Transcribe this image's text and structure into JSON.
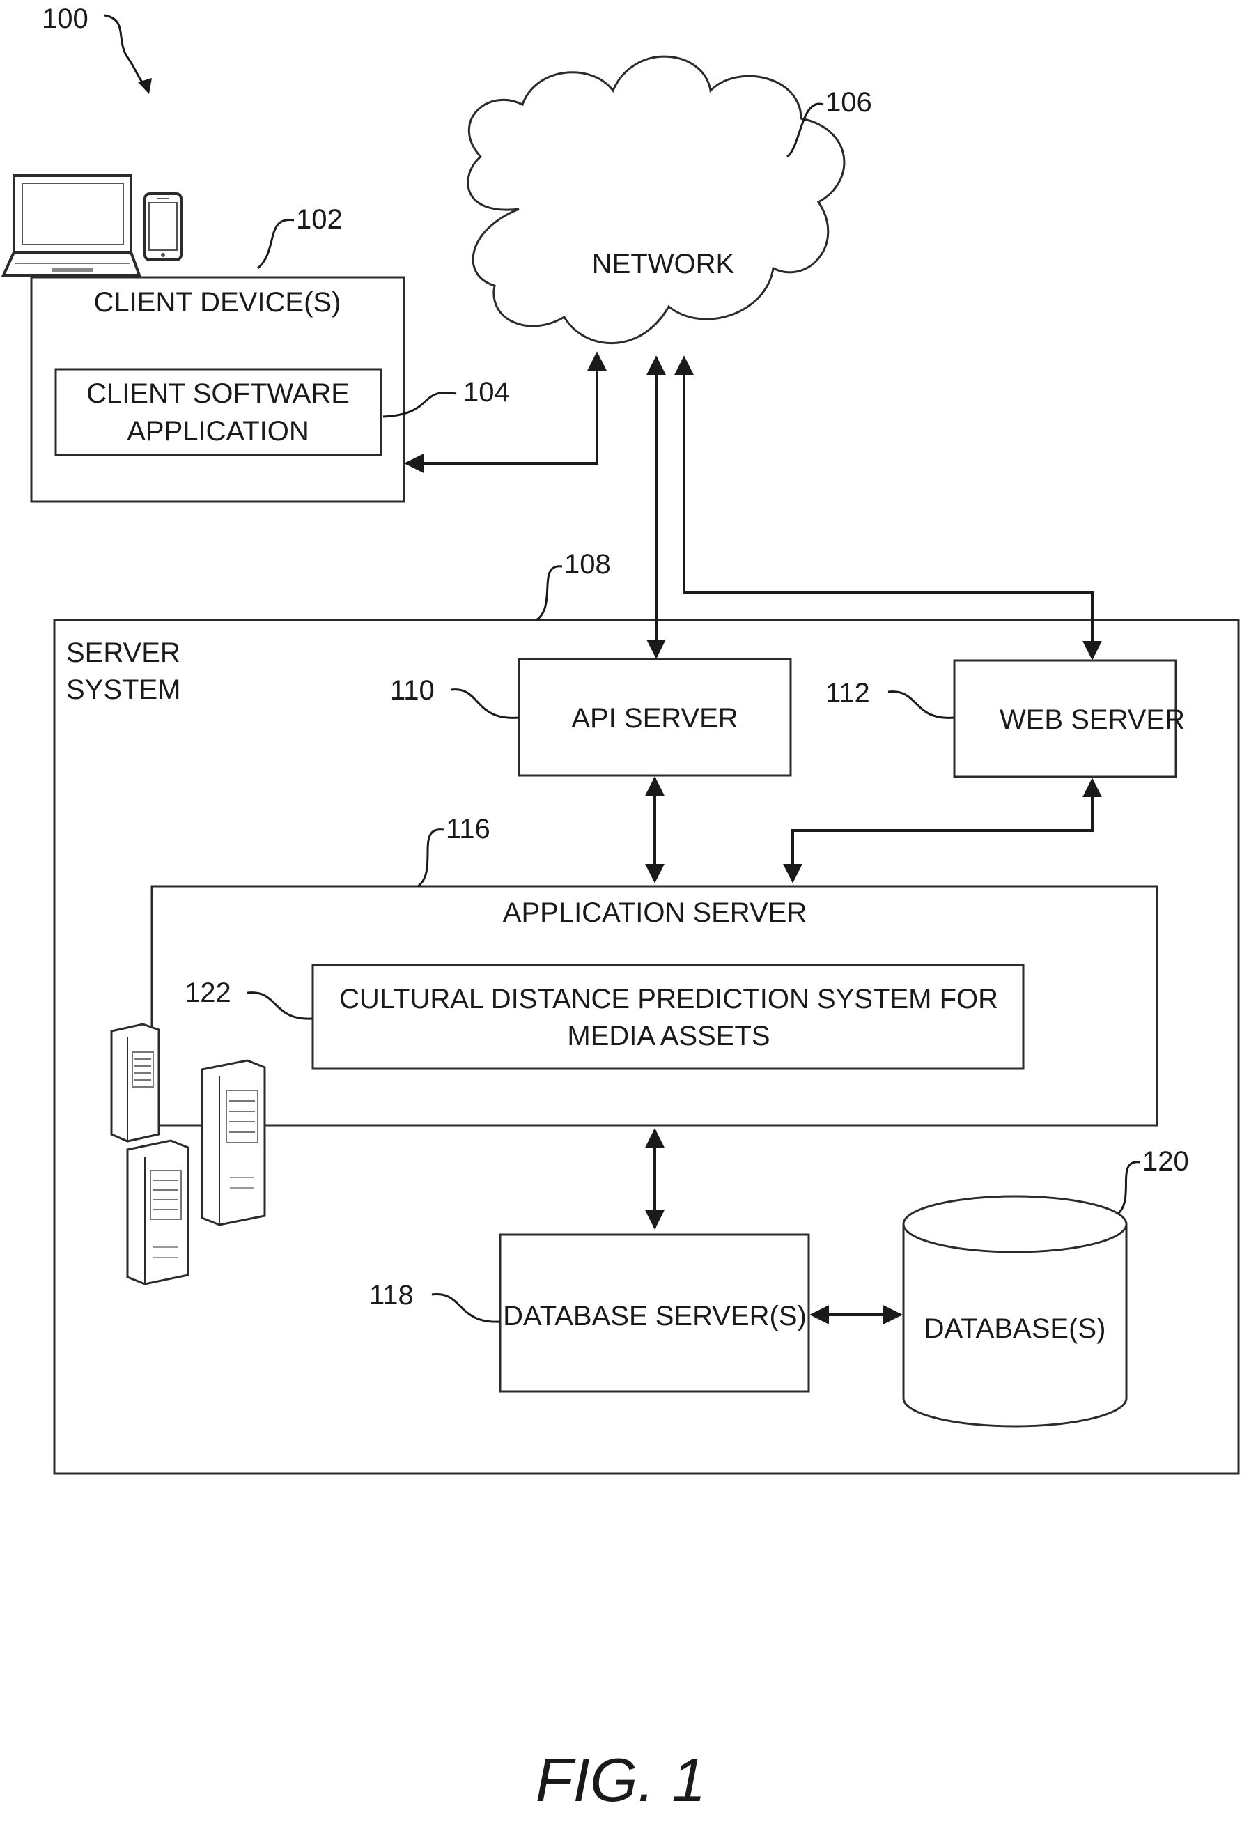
{
  "figure": {
    "ref": "100",
    "caption": "FIG. 1"
  },
  "network": {
    "label": "NETWORK",
    "ref": "106"
  },
  "client_devices": {
    "label": "CLIENT DEVICE(S)",
    "ref": "102"
  },
  "client_app": {
    "label_line1": "CLIENT SOFTWARE",
    "label_line2": "APPLICATION",
    "ref": "104"
  },
  "server_system": {
    "label_line1": "SERVER",
    "label_line2": "SYSTEM",
    "ref": "108"
  },
  "api_server": {
    "label": "API SERVER",
    "ref": "110"
  },
  "web_server": {
    "label": "WEB SERVER",
    "ref": "112"
  },
  "app_server": {
    "label": "APPLICATION SERVER",
    "ref": "116"
  },
  "prediction_system": {
    "label_line1": "CULTURAL DISTANCE PREDICTION SYSTEM FOR",
    "label_line2": "MEDIA ASSETS",
    "ref": "122"
  },
  "db_server": {
    "label": "DATABASE SERVER(S)",
    "ref": "118"
  },
  "database": {
    "label": "DATABASE(S)",
    "ref": "120"
  }
}
